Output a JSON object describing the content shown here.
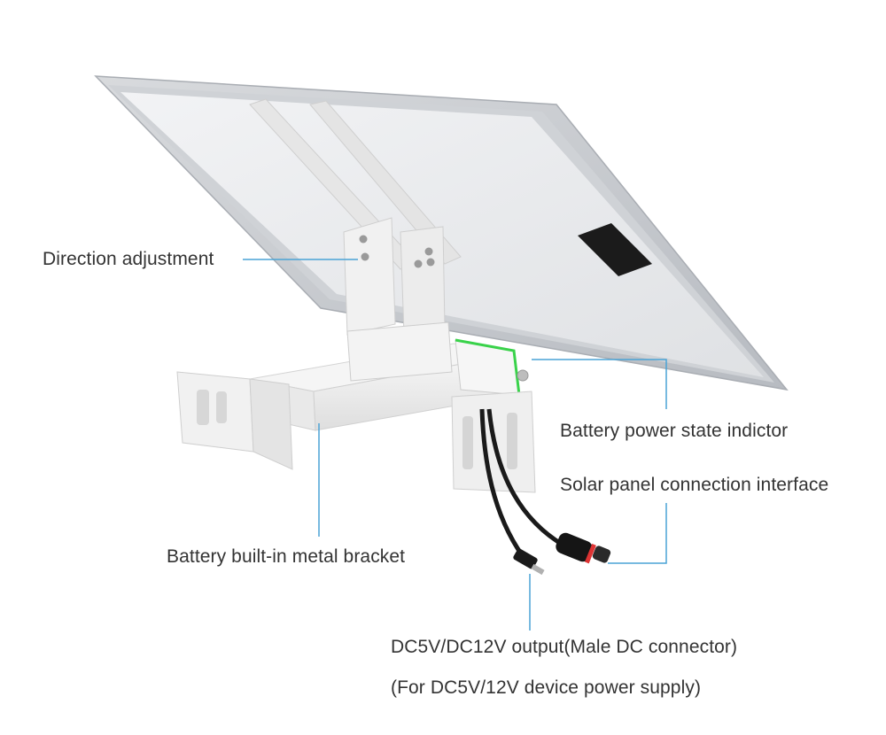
{
  "colors": {
    "leader_line": "#4aa3d6",
    "indicator_glow": "#39d24a",
    "panel_frame": "#c9ccd1",
    "panel_face": "#e9ebee",
    "bracket": "#eeeeee",
    "cable": "#1a1a1a",
    "text": "#333333"
  },
  "labels": {
    "direction_adjustment": "Direction adjustment",
    "battery_indicator": "Battery power state indictor",
    "solar_interface": "Solar panel connection interface",
    "metal_bracket": "Battery built-in metal bracket",
    "dc_output": "DC5V/DC12V output(Male DC connector)",
    "dc_supply": "(For DC5V/12V device power supply)"
  }
}
